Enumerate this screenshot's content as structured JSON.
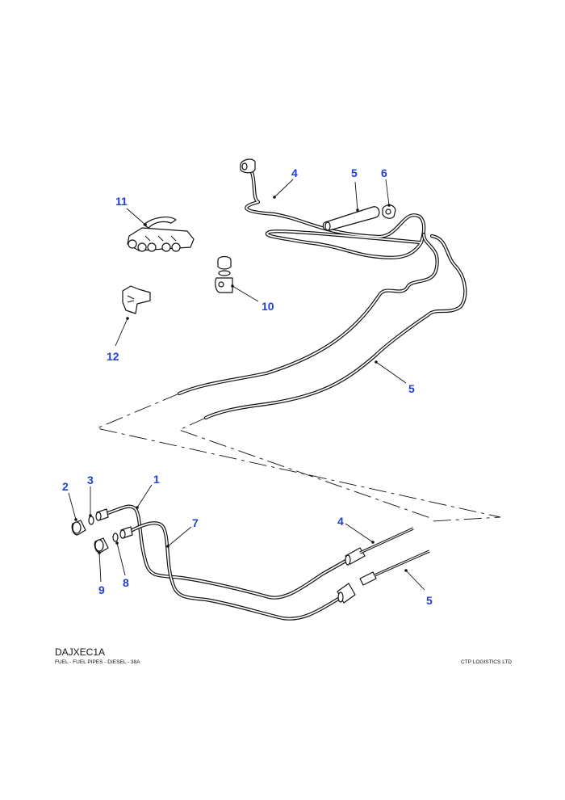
{
  "drawing": {
    "code": "DAJXEC1A",
    "caption": "FUEL - FUEL PIPES - DIESEL - 38A",
    "publisher": "CTP LOGISTICS LTD"
  },
  "callouts": [
    {
      "id": "c1",
      "label": "1"
    },
    {
      "id": "c2",
      "label": "2"
    },
    {
      "id": "c3",
      "label": "3"
    },
    {
      "id": "c4a",
      "label": "4"
    },
    {
      "id": "c4b",
      "label": "4"
    },
    {
      "id": "c5a",
      "label": "5"
    },
    {
      "id": "c5b",
      "label": "5"
    },
    {
      "id": "c5c",
      "label": "5"
    },
    {
      "id": "c6",
      "label": "6"
    },
    {
      "id": "c7",
      "label": "7"
    },
    {
      "id": "c8",
      "label": "8"
    },
    {
      "id": "c9",
      "label": "9"
    },
    {
      "id": "c10",
      "label": "10"
    },
    {
      "id": "c11",
      "label": "11"
    },
    {
      "id": "c12",
      "label": "12"
    }
  ],
  "colors": {
    "callout": "#1f3fd6",
    "line": "#111111",
    "background": "#ffffff"
  }
}
